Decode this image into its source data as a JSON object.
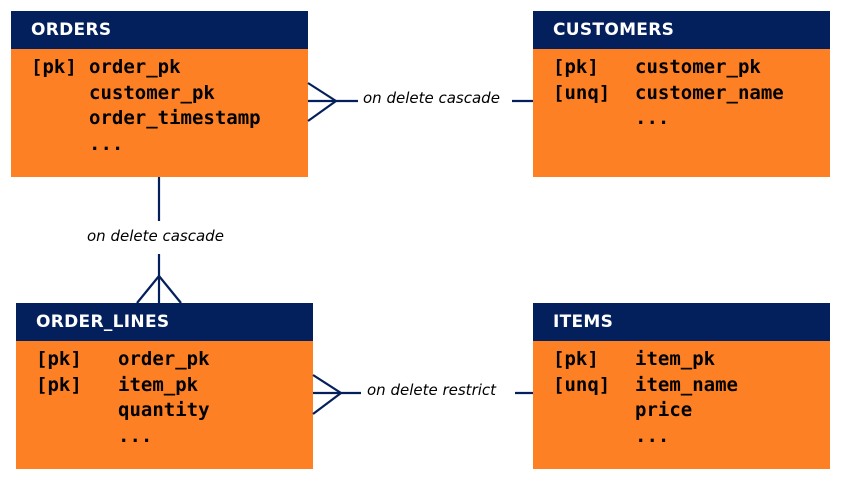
{
  "colors": {
    "entity_fill": "#fe8025",
    "header_fill": "#04205c",
    "header_text": "#ffffff",
    "connector": "#04205c"
  },
  "entities": {
    "orders": {
      "title": "ORDERS",
      "rows": [
        {
          "key": "[pk]",
          "name": "order_pk"
        },
        {
          "key": "",
          "name": "customer_pk"
        },
        {
          "key": "",
          "name": "order_timestamp"
        },
        {
          "key": "",
          "name": "..."
        }
      ]
    },
    "customers": {
      "title": "CUSTOMERS",
      "rows": [
        {
          "key": "[pk]",
          "name": "customer_pk"
        },
        {
          "key": "[unq]",
          "name": "customer_name"
        },
        {
          "key": "",
          "name": "..."
        }
      ]
    },
    "order_lines": {
      "title": "ORDER_LINES",
      "rows": [
        {
          "key": "[pk]",
          "name": "order_pk"
        },
        {
          "key": "[pk]",
          "name": "item_pk"
        },
        {
          "key": "",
          "name": "quantity"
        },
        {
          "key": "",
          "name": "..."
        }
      ]
    },
    "items": {
      "title": "ITEMS",
      "rows": [
        {
          "key": "[pk]",
          "name": "item_pk"
        },
        {
          "key": "[unq]",
          "name": "item_name"
        },
        {
          "key": "",
          "name": "price"
        },
        {
          "key": "",
          "name": "..."
        }
      ]
    }
  },
  "relationships": {
    "orders_customers": {
      "label": "on delete cascade"
    },
    "orders_order_lines": {
      "label": "on delete cascade"
    },
    "order_lines_items": {
      "label": "on delete restrict"
    }
  }
}
